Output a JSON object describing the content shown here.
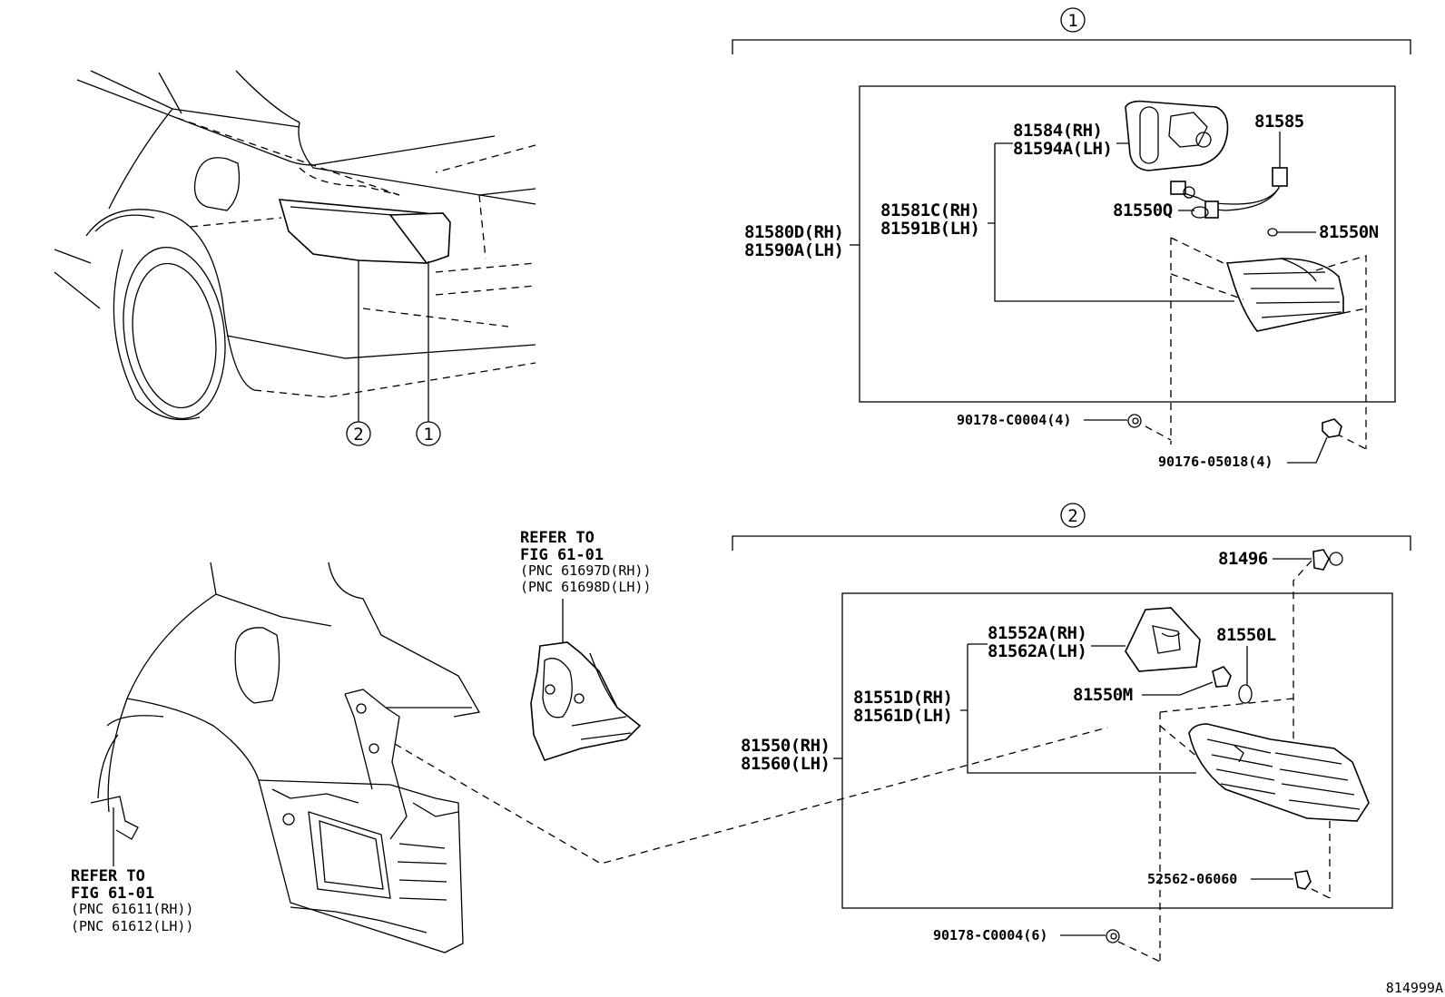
{
  "callouts": {
    "one": "1",
    "two": "2"
  },
  "group1": {
    "assembly": [
      "81580D(RH)",
      "81590A(LH)"
    ],
    "lens_body": [
      "81581C(RH)",
      "81591B(LH)"
    ],
    "cover": [
      "81584(RH)",
      "81594A(LH)"
    ],
    "socket_wire": "81585",
    "bulb_q": "81550Q",
    "bulb_n": "81550N",
    "screw": "90178-C0004(4)",
    "nut": "90176-05018(4)"
  },
  "group2": {
    "assembly": [
      "81550(RH)",
      "81560(LH)"
    ],
    "lens_body": [
      "81551D(RH)",
      "81561D(LH)"
    ],
    "cover": [
      "81552A(RH)",
      "81562A(LH)"
    ],
    "clip": "81496",
    "bulb_l": "81550L",
    "socket_m": "81550M",
    "retainer": "52562-06060",
    "screw": "90178-C0004(6)"
  },
  "refer_upper": {
    "line1": "REFER TO",
    "line2": "FIG 61-01",
    "pnc1": "(PNC 61697D(RH))",
    "pnc2": "(PNC 61698D(LH))"
  },
  "refer_lower": {
    "line1": "REFER TO",
    "line2": "FIG 61-01",
    "pnc1": "(PNC 61611(RH))",
    "pnc2": "(PNC 61612(LH))"
  },
  "figure_id": "814999A"
}
